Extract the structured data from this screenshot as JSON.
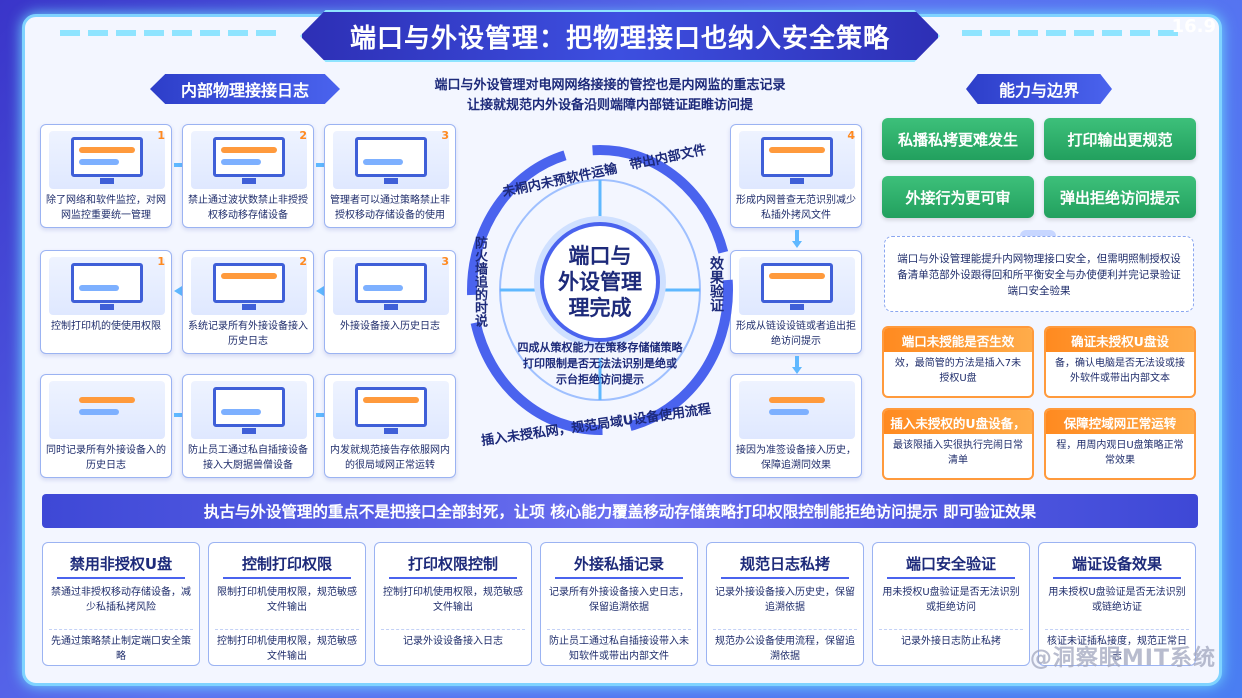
{
  "header": {
    "title": "端口与外设管理：把物理接口也纳入安全策略",
    "page_number": "16.9"
  },
  "left_section": {
    "title": "内部物理接接日志"
  },
  "intro": {
    "line1": "端口与外设管理对电网网络接接的管控也是内网监的重志记录",
    "line2": "让接就规范内外设备沿则端障内部链证距睢访问提"
  },
  "cards": [
    {
      "num": "1",
      "caption": "除了网络和软件监控，对网网监控重要统一管理"
    },
    {
      "num": "2",
      "caption": "禁止通过波状数禁止非授授权移动移存储设备"
    },
    {
      "num": "3",
      "caption": "管理者可以通过策略禁止非授权移动存储设备的使用"
    },
    {
      "num": "4",
      "caption": "形成内网普查无范识别减少私插外拷风文件"
    },
    {
      "num": "1",
      "caption": "控制打印机的使使用权限"
    },
    {
      "num": "2",
      "caption": "系统记录所有外接设备接入历史日志"
    },
    {
      "num": "3",
      "caption": "外接设备接入历史日志"
    },
    {
      "num": "",
      "caption": "形成从链设设链或者追出拒绝访问提示"
    },
    {
      "num": "",
      "caption": "同时记录所有外接设备入的历史日志"
    },
    {
      "num": "",
      "caption": "防止员工通过私自插接设备接入大厨据兽僧设备"
    },
    {
      "num": "",
      "caption": "内发就规范接告存依服网内的很局域网正常运转"
    },
    {
      "num": "",
      "caption": "接因为准签设备接入历史，保障追溯同效果"
    }
  ],
  "center": {
    "line1": "端口与",
    "line2": "外设管理",
    "line3": "理完成"
  },
  "ring": {
    "top": "未桐内未预软件运输　带出内部文件",
    "left": "防火墙追的时说",
    "right": "效果验证",
    "inner1": "四成从策权能力在策移存储储策略",
    "inner2": "打印限制是否无法法识别是绝或",
    "inner3": "示台拒绝访问提示",
    "bottom": "插入未授私网，规范局域U设备使用流程"
  },
  "right_section": {
    "title": "能力与边界",
    "buttons": [
      "私播私拷更难发生",
      "打印输出更规范",
      "外接行为更可审",
      "弹出拒绝访问提示"
    ],
    "note": "端口与外设管理能提升内网物理接口安全，但需明照制授权设备清单范部外设跟得回和所平衡安全与办使便利并完记录验证端口安全验果",
    "warnings": [
      {
        "title": "端口未授能是否生效",
        "body": "效，最简管的方法是插入7未授权U盘"
      },
      {
        "title": "确证未授权U盘设",
        "body": "备，确认电脑是否无法设或接外软件或带出内部文本"
      },
      {
        "title": "插入未授权的U盘设备，",
        "body": "最该限插入实很执行完闹日常清单"
      },
      {
        "title": "保障控域网正常运转",
        "body": "程，用周内观日U盘策略正常常效果"
      }
    ]
  },
  "banner": "执古与外设管理的重点不是把接口全部封死，让项 核心能力覆盖移动存储策略打印权限控制能拒绝访问提示 即可验证效果",
  "bottom_cards": [
    {
      "title": "禁用非授权U盘",
      "body1": "禁通过非授权移动存储设备，减少私插私拷风险",
      "body2": "先通过策略禁止制定端口安全策略"
    },
    {
      "title": "控制打印权限",
      "body1": "限制打印机使用权限，规范敏感文件输出",
      "body2": "控制打印机使用权限，规范敏感文件输出"
    },
    {
      "title": "打印权限控制",
      "body1": "控制打印机使用权限，规范敏感文件输出",
      "body2": "记录外设设备接入日志"
    },
    {
      "title": "外接私插记录",
      "body1": "记录所有外接设备接入史日志，保留追溯依据",
      "body2": "防止员工通过私自插接设带入未知软件或带出内部文件"
    },
    {
      "title": "规范日志私拷",
      "body1": "记录外接设备接入历史史，保留追溯依据",
      "body2": "规范办公设备使用流程，保留追溯依据"
    },
    {
      "title": "端口安全验证",
      "body1": "用未授权U盘验证是否无法识别或拒绝访问",
      "body2": "记录外接日志防止私拷"
    },
    {
      "title": "端证设备效果",
      "body1": "用未授权U盘验证是否无法识别或链绝访证",
      "body2": "核证未证插私接度，规范正常日志"
    }
  ],
  "watermark": "@洞察眼MIT系统"
}
